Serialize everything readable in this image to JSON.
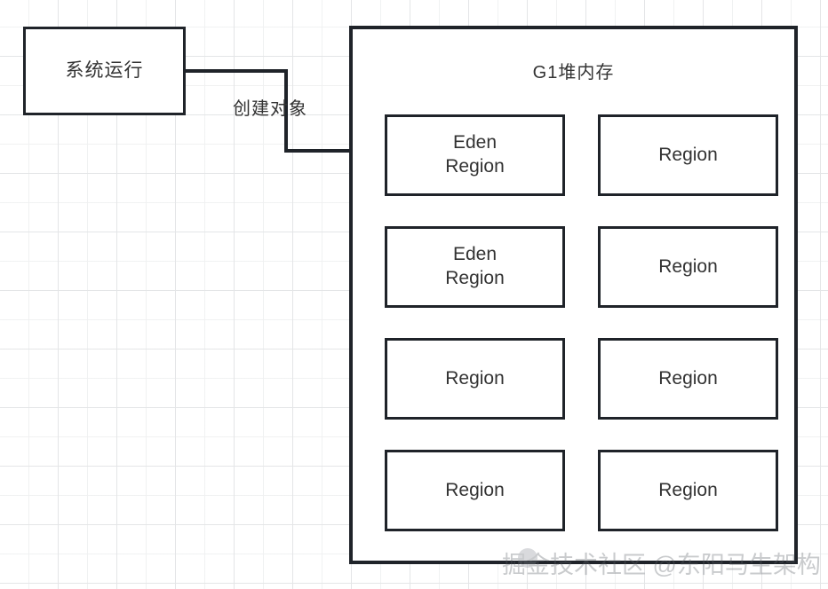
{
  "diagram": {
    "title_node": {
      "label": "系统运行"
    },
    "edge": {
      "label": "创建对象",
      "arrow_icon": "arrow-right-icon"
    },
    "heap": {
      "title": "G1堆内存",
      "regions": [
        {
          "id": "region-1-left",
          "label": "Eden\nRegion",
          "column": "left",
          "row": 1
        },
        {
          "id": "region-1-right",
          "label": "Region",
          "column": "right",
          "row": 1
        },
        {
          "id": "region-2-left",
          "label": "Eden\nRegion",
          "column": "left",
          "row": 2
        },
        {
          "id": "region-2-right",
          "label": "Region",
          "column": "right",
          "row": 2
        },
        {
          "id": "region-3-left",
          "label": "Region",
          "column": "left",
          "row": 3
        },
        {
          "id": "region-3-right",
          "label": "Region",
          "column": "right",
          "row": 3
        },
        {
          "id": "region-4-left",
          "label": "Region",
          "column": "left",
          "row": 4
        },
        {
          "id": "region-4-right",
          "label": "Region",
          "column": "right",
          "row": 4
        }
      ]
    }
  },
  "watermark": {
    "text": "掘金技术社区 @东阳马生架构",
    "logo_icon": "juejin-logo-icon"
  },
  "colors": {
    "stroke": "#1f2329",
    "text": "#333333",
    "background": "#ffffff",
    "grid_line": "#e4e5e7",
    "watermark_text": "#5a5f66"
  }
}
